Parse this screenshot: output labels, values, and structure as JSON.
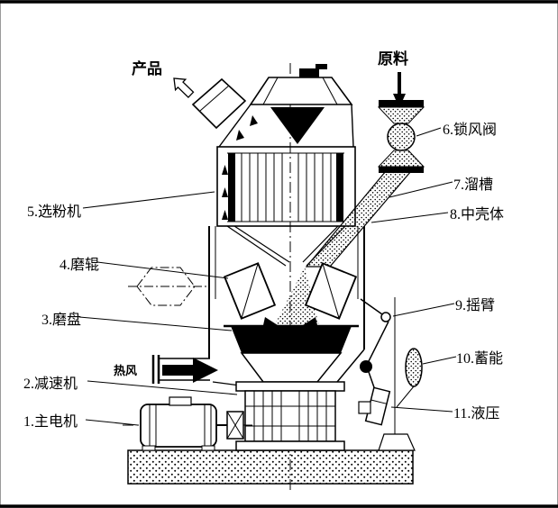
{
  "page": {
    "paper_color": "#ffffff",
    "ink_color": "#000000"
  },
  "labels": {
    "product": "产品",
    "raw_material": "原料",
    "hot_air": "热风",
    "classifier": "5.选粉机",
    "grinding_roller": "4.磨辊",
    "grinding_disc": "3.磨盘",
    "reducer": "2.减速机",
    "main_motor": "1.主电机",
    "lock_air_valve": "6.锁风阀",
    "chute": "7.溜槽",
    "middle_shell": "8.中壳体",
    "rocker_arm": "9.摇臂",
    "accumulator": "10.蓄能",
    "hydraulic": "11.液压"
  }
}
